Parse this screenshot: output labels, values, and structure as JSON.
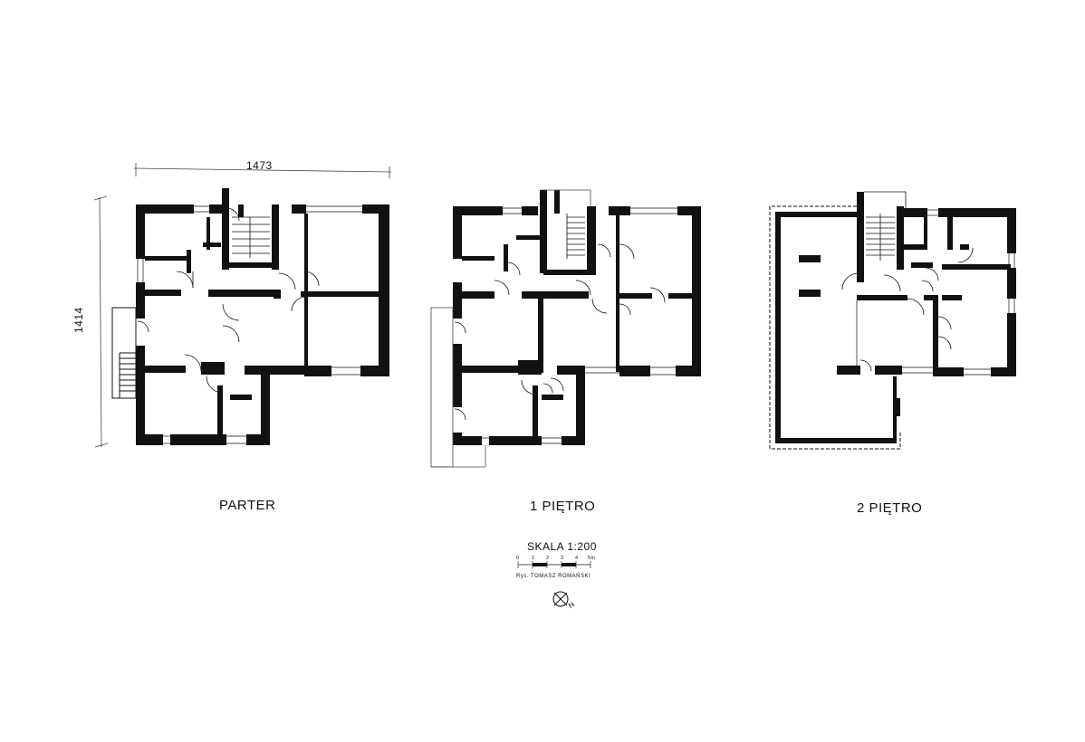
{
  "dimensions": {
    "width": "1473",
    "height": "1414"
  },
  "plans": [
    {
      "title": "PARTER"
    },
    {
      "title": "1 PIĘTRO"
    },
    {
      "title": "2 PIĘTRO"
    }
  ],
  "scale": {
    "title": "SKALA 1:200",
    "ticks": [
      "0",
      "1",
      "2",
      "3",
      "4",
      "5m"
    ],
    "credit": "Rys. TOMASZ ROMAŃSKI"
  },
  "north": {
    "letter": "N"
  }
}
